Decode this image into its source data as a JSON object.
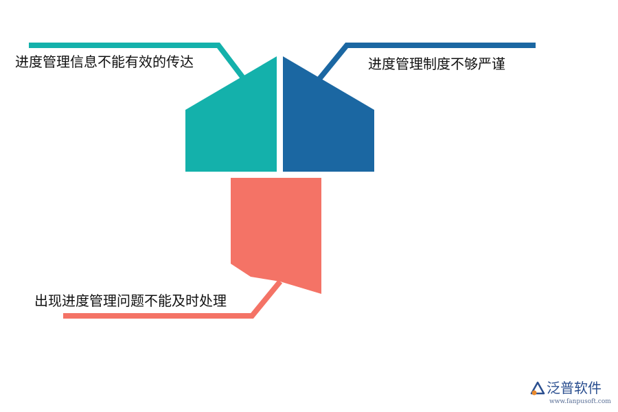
{
  "diagram": {
    "branches": [
      {
        "label": "进度管理信息不能有效的传达",
        "color": "#14b1ab"
      },
      {
        "label": "进度管理制度不够严谨",
        "color": "#1b67a2"
      },
      {
        "label": "出现进度管理问题不能及时处理",
        "color": "#f47366"
      }
    ]
  },
  "logo": {
    "name": "泛普软件",
    "url": "www.fanpusoft.com",
    "colors": {
      "primary": "#2a4e8f",
      "accent": "#e8892d"
    }
  }
}
